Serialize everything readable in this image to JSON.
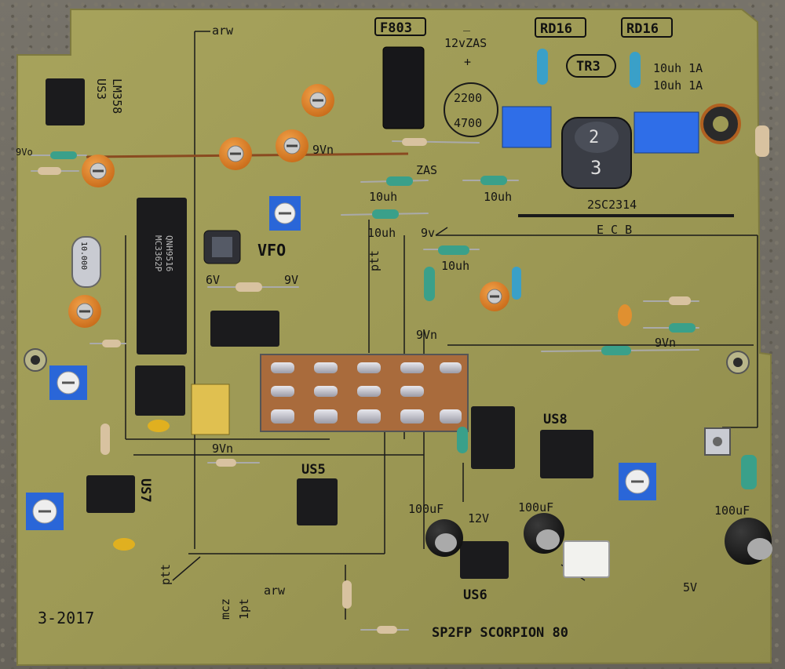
{
  "board": {
    "title": "SP2FP SCORPION 80",
    "date": "3-2017",
    "subtitle": "wejRX",
    "colors": {
      "pcb": "#9e9a55",
      "pcb_dark": "#8a8748",
      "silkscreen": "#141414",
      "trimmer_orange": "#e08a2a",
      "trim_blue": "#2a66d8",
      "ic_black": "#1b1b1d",
      "solder": "#c8c8d0"
    }
  },
  "labels": {
    "arw_top": "arw",
    "arw_bottom": "arw",
    "ptt_left": "ptt",
    "ptt_mid": "ptt",
    "f803": "F803",
    "rd16_a": "RD16",
    "rd16_b": "RD16",
    "tr3": "TR3",
    "minus": "_",
    "plus": "+",
    "v12zas": "12vZAS",
    "cap_2200": "2200",
    "cap_4700": "4700",
    "uh_1a_1": "10uh 1A",
    "uh_1a_2": "10uh 1A",
    "zas": "ZAS",
    "uh_a": "10uh",
    "uh_b": "10uh",
    "uh_c": "10uh",
    "uh_d": "10uh",
    "tr_2sc": "2SC2314",
    "ecb": "E C B",
    "v9_a": "9v",
    "v9n_a": "9Vn",
    "v9n_b": "9Vn",
    "v9n_c": "9Vn",
    "v9n_d": "9Vn",
    "v9_b": "9V",
    "v6": "6V",
    "vfo": "VFO",
    "us3": "US3",
    "lm358": "LM358",
    "us5": "US5",
    "us6": "US6",
    "us7": "US7",
    "us8": "US8",
    "c100uf_a": "100uF",
    "c100uf_b": "100uF",
    "c100uf_c": "100uF",
    "v12": "12V",
    "v5": "5V",
    "mcz": "mcz",
    "ipt": "1pt",
    "v9o": "9Vo",
    "num_3": "3",
    "num_2": "2",
    "chip_mc": "MC3362P",
    "chip_mc2": "QNH9516",
    "crystal": "10.000"
  }
}
